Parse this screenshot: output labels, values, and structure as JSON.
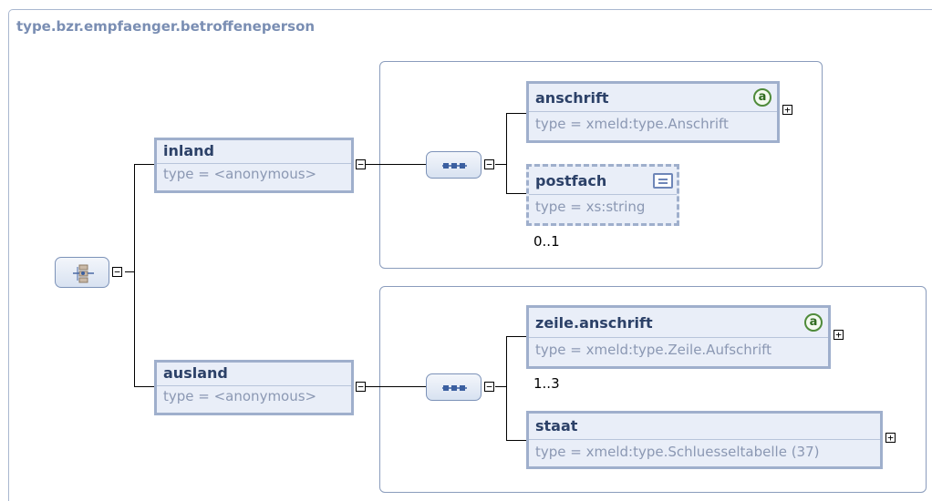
{
  "diagram": {
    "title": "type.bzr.empfaenger.betroffeneperson",
    "choice_icon": "choice-icon",
    "sequence_icon": "sequence-icon",
    "elements": {
      "inland": {
        "name": "inland",
        "type": "type = <anonymous>"
      },
      "ausland": {
        "name": "ausland",
        "type": "type = <anonymous>"
      },
      "anschrift": {
        "name": "anschrift",
        "type": "type = xmeld:type.Anschrift",
        "badge": "a"
      },
      "postfach": {
        "name": "postfach",
        "type": "type = xs:string",
        "occurrence": "0..1"
      },
      "zeile_anschrift": {
        "name": "zeile.anschrift",
        "type": "type = xmeld:type.Zeile.Aufschrift",
        "badge": "a",
        "occurrence": "1..3"
      },
      "staat": {
        "name": "staat",
        "type": "type = xmeld:type.Schluesseltabelle (37)"
      }
    },
    "toggles": {
      "collapse": "−",
      "expand": "+"
    },
    "colors": {
      "box_fill": "#e9eef8",
      "box_border": "#9fafcc",
      "name": "#2c4168",
      "type": "#8b98b3",
      "title": "#7a8eb3"
    }
  }
}
